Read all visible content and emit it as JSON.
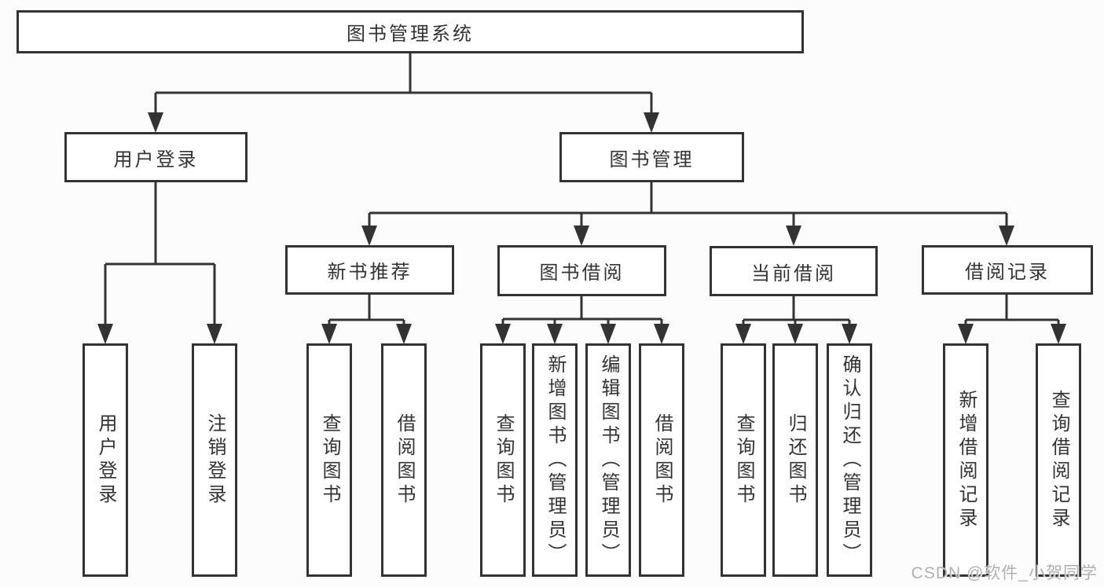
{
  "diagram": {
    "root": {
      "label": "图书管理系统"
    },
    "level2": {
      "user_login": {
        "label": "用户登录"
      },
      "book_mgmt": {
        "label": "图书管理"
      }
    },
    "level3": {
      "new_book_rec": {
        "label": "新书推荐"
      },
      "book_borrow": {
        "label": "图书借阅"
      },
      "current_borrow": {
        "label": "当前借阅"
      },
      "borrow_record": {
        "label": "借阅记录"
      }
    },
    "leaves": {
      "user_login_leaf": {
        "label": "用户登录"
      },
      "logout": {
        "label": "注销登录"
      },
      "rec_query_book": {
        "label": "查询图书"
      },
      "rec_borrow_book": {
        "label": "借阅图书"
      },
      "borrow_query_book": {
        "label": "查询图书"
      },
      "borrow_add_book": {
        "label": "新增图书（管理员）"
      },
      "borrow_edit_book": {
        "label": "编辑图书（管理员）"
      },
      "borrow_borrow_book": {
        "label": "借阅图书"
      },
      "current_query_book": {
        "label": "查询图书"
      },
      "current_return_book": {
        "label": "归还图书"
      },
      "current_confirm_return": {
        "label": "确认归还（管理员）"
      },
      "record_add": {
        "label": "新增借阅记录"
      },
      "record_query": {
        "label": "查询借阅记录"
      }
    }
  },
  "watermark": {
    "text": "CSDN @软件_小贺同学"
  },
  "colors": {
    "line": "#333333",
    "text": "#333333",
    "box_fill": "#ffffff",
    "background": "#fcfcfc",
    "watermark": "#b0b0b0"
  }
}
